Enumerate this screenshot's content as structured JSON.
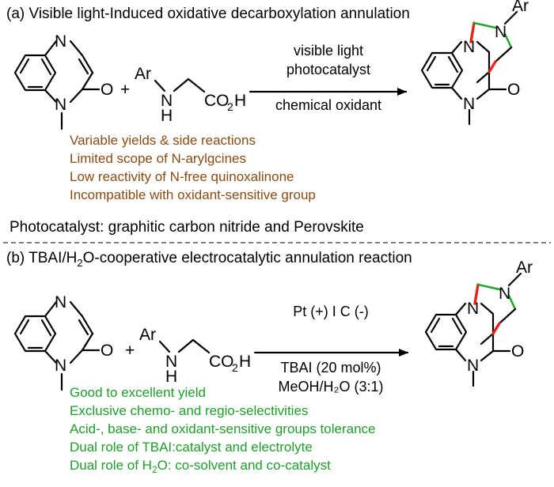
{
  "colors": {
    "brown": "#8b4a12",
    "green": "#1f9d2a",
    "red": "#e8231b",
    "divider": "#555555"
  },
  "part_a": {
    "title": "(a) Visible light-Induced oxidative decarboxylation annulation",
    "condition_line1": "visible light",
    "condition_line2": "photocatalyst",
    "condition_line3": "chemical oxidant",
    "drawbacks": [
      "Variable yields & side reactions",
      "Limited scope of N-arylgcines",
      "Low reactivity of N-free quinoxalinone",
      "Incompatible with oxidant-sensitive group"
    ]
  },
  "photocatalyst_line": "Photocatalyst: graphitic carbon nitride and Perovskite",
  "part_b": {
    "title_pre": "(b) TBAI/H",
    "title_sub": "2",
    "title_post": "O-cooperative electrocatalytic annulation reaction",
    "condition_line1": "Pt (+) I C (-)",
    "condition_line2": "TBAI (20 mol%)",
    "condition_line3": "MeOH/H₂O (3:1)",
    "advantages": [
      "Good to excellent yield",
      "Exclusive chemo- and regio-selectivities",
      "Acid-, base- and oxidant-sensitive groups tolerance",
      "Dual role of TBAI:catalyst and electrolyte"
    ],
    "advantage_last_pre": "Dual role of H",
    "advantage_last_sub": "2",
    "advantage_last_post": "O: co-solvent and co-catalyst"
  },
  "atoms": {
    "N": "N",
    "O": "O",
    "Ar": "Ar",
    "H": "H",
    "CO": "CO",
    "sub2": "2",
    "plus": "+"
  }
}
